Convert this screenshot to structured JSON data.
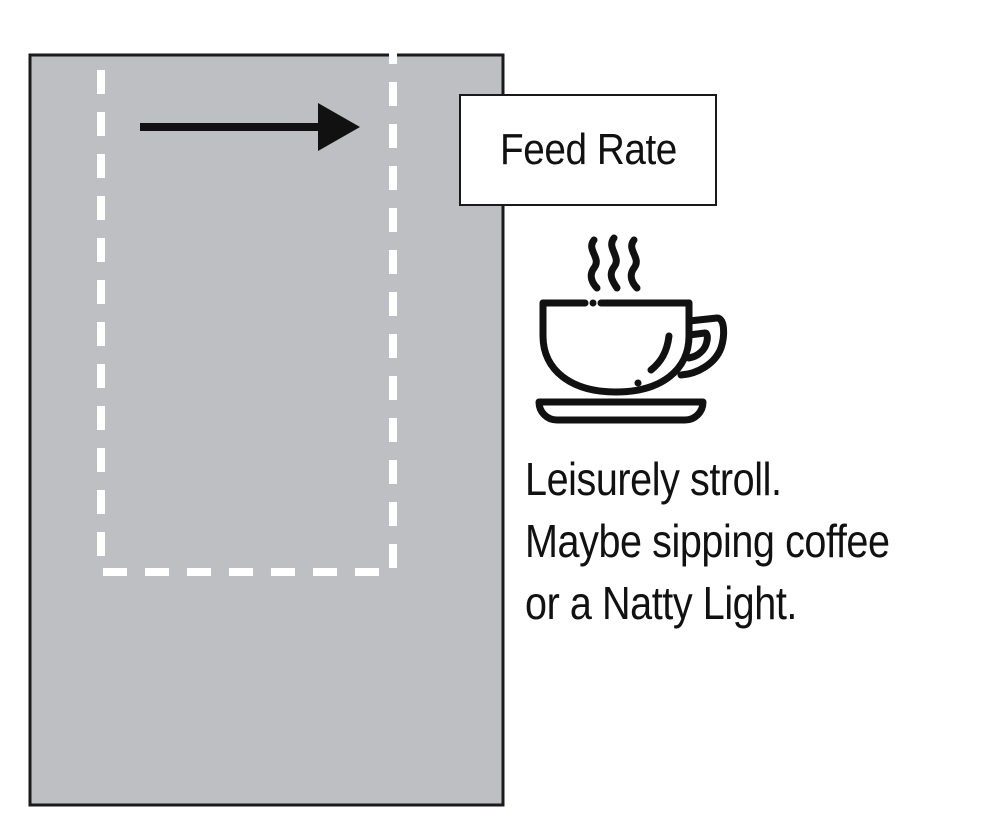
{
  "diagram": {
    "label": "Feed Rate",
    "caption_lines": [
      "Leisurely stroll.",
      "Maybe sipping coffee",
      "or a Natty Light."
    ],
    "colors": {
      "panel_fill": "#bebfc2",
      "panel_stroke": "#1a1a1a",
      "dashed_path": "#ffffff",
      "arrow": "#111111",
      "icon": "#111111"
    },
    "icons": {
      "coffee": "coffee-cup-icon",
      "arrow": "arrow-right-icon"
    }
  }
}
